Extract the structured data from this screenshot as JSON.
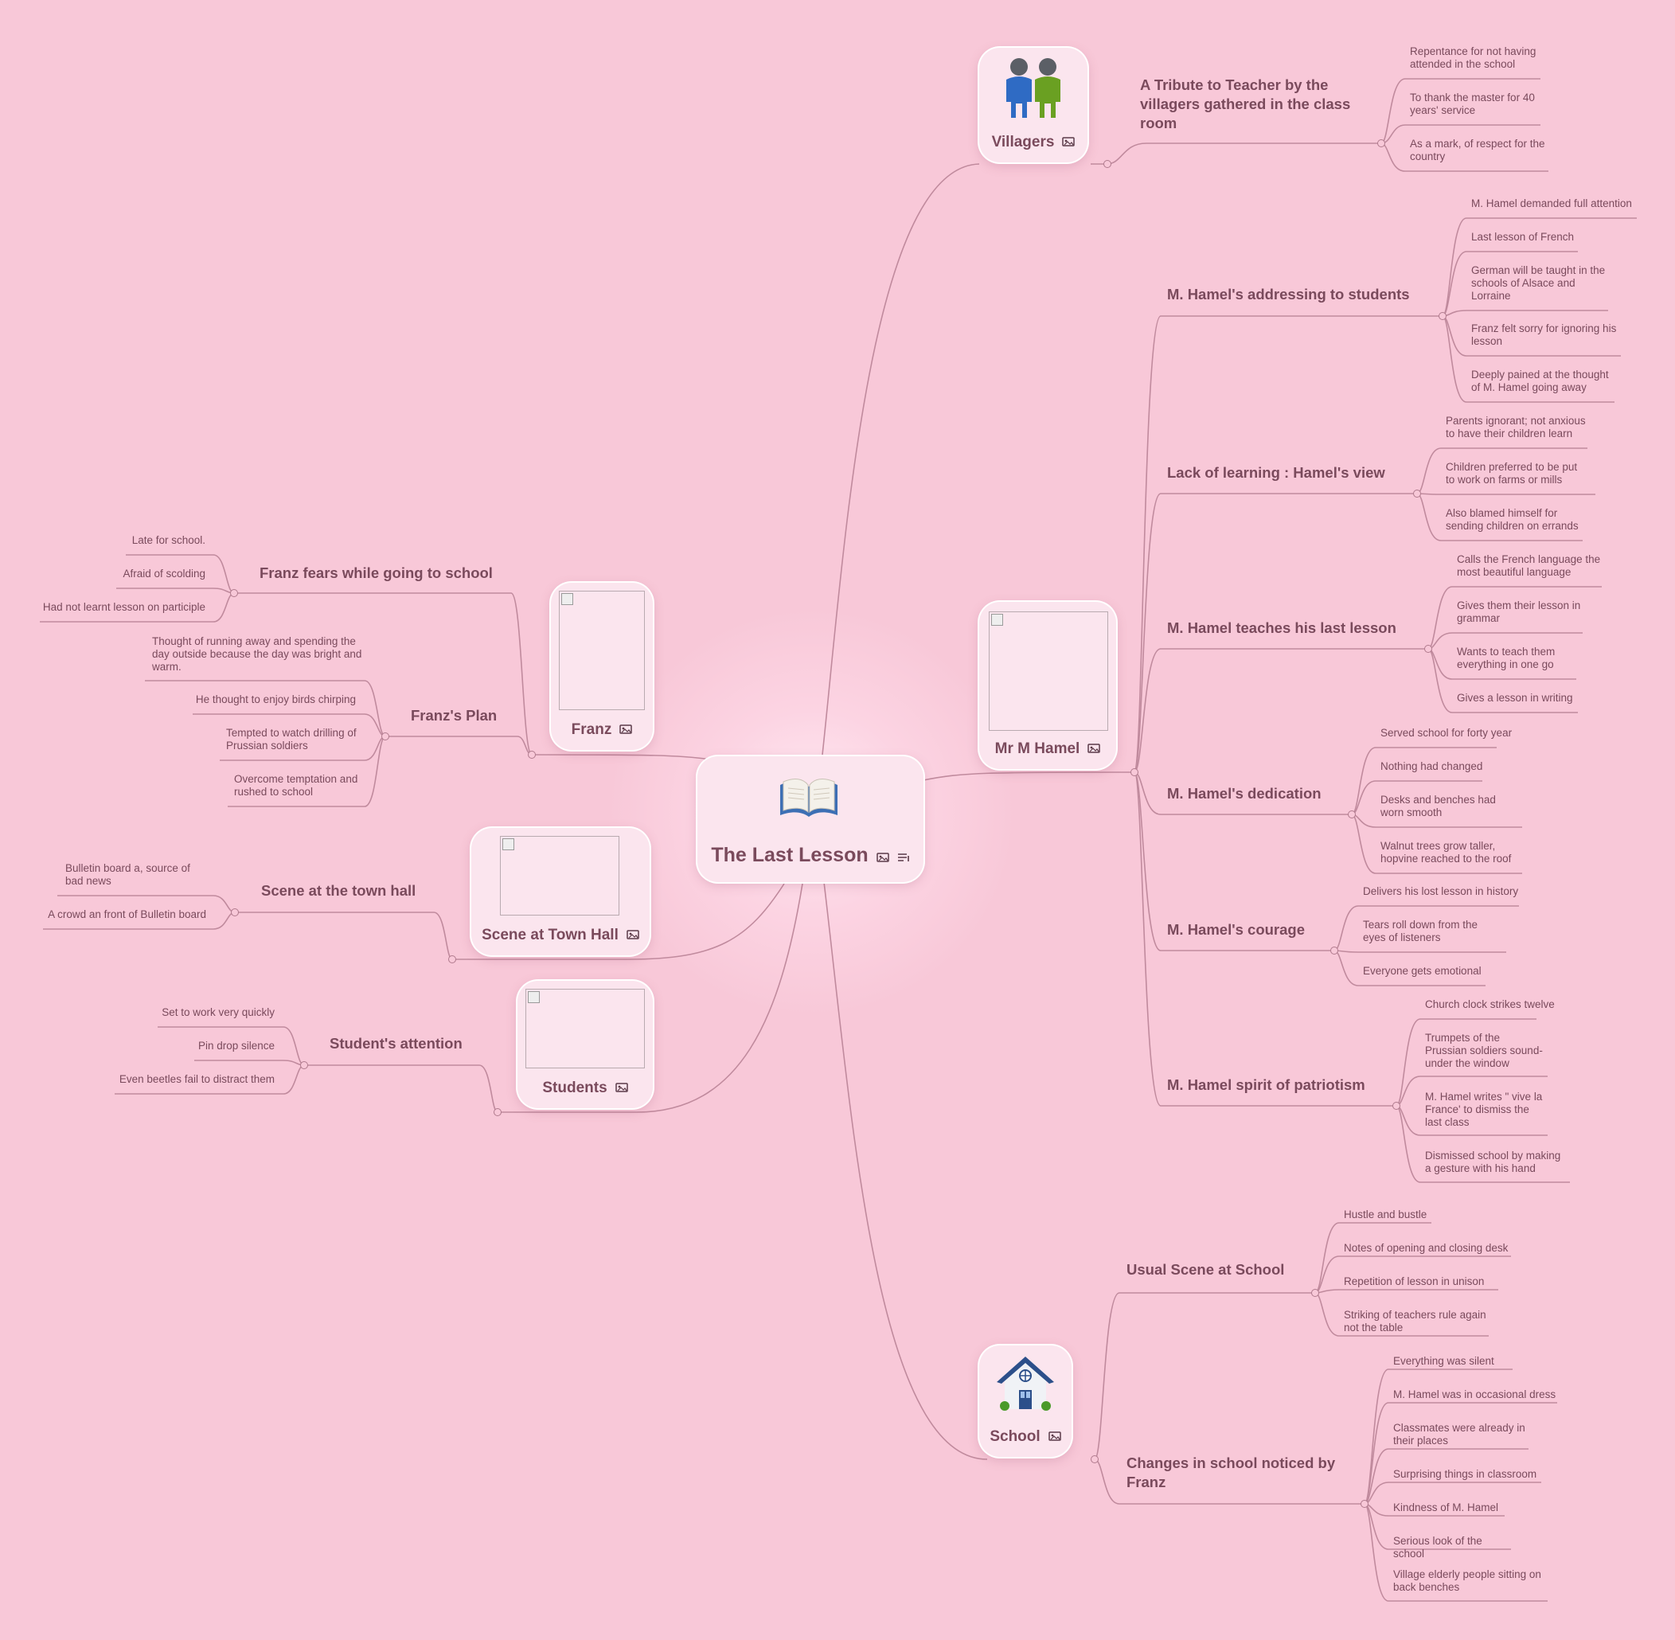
{
  "central": {
    "title": "The Last Lesson",
    "icon": "book-icon"
  },
  "characters": {
    "villagers": "Villagers",
    "hamel": "Mr M Hamel",
    "school": "School",
    "franz": "Franz",
    "townhall": "Scene at Town Hall",
    "students": "Students"
  },
  "tribute": {
    "title": "A Tribute to Teacher by the villagers gathered in the class room",
    "items": [
      "Repentance for not having attended in the school",
      "To thank the master for 40 years' service",
      "As a mark, of respect for the country"
    ]
  },
  "addressing": {
    "title": "M. Hamel's addressing to students",
    "items": [
      "M. Hamel demanded full attention",
      "Last lesson of French",
      "German will be taught in the schools of Alsace and Lorraine",
      "Franz felt sorry for ignoring his lesson",
      "Deeply pained at the thought of M. Hamel going away"
    ]
  },
  "lack": {
    "title": "Lack of learning : Hamel's view",
    "items": [
      "Parents ignorant; not anxious to have their children learn",
      "Children preferred to be put to work on farms or mills",
      "Also blamed himself for sending children on errands"
    ]
  },
  "teaches": {
    "title": "M. Hamel teaches his last lesson",
    "items": [
      "Calls the French language the most beautiful language",
      "Gives them their lesson in grammar",
      "Wants to teach them everything in one go",
      "Gives a lesson in writing"
    ]
  },
  "dedication": {
    "title": "M. Hamel's dedication",
    "items": [
      "Served school for forty year",
      "Nothing had changed",
      "Desks and benches had worn smooth",
      "Walnut trees grow taller, hopvine reached to the roof"
    ]
  },
  "courage": {
    "title": "M. Hamel's courage",
    "items": [
      "Delivers his lost lesson in history",
      "Tears roll down from the eyes of listeners",
      "Everyone gets emotional"
    ]
  },
  "patriotism": {
    "title": "M. Hamel spirit of patriotism",
    "items": [
      "Church clock strikes twelve",
      "Trumpets of the Prussian soldiers sound-under the window",
      "M. Hamel writes \" vive la France' to dismiss the last class",
      "Dismissed school by making a gesture with his hand"
    ]
  },
  "usual": {
    "title": "Usual Scene at School",
    "items": [
      "Hustle and bustle",
      "Notes of opening and closing desk",
      "Repetition of lesson in unison",
      "Striking of teachers rule again not the table"
    ]
  },
  "changes": {
    "title": "Changes in school noticed by Franz",
    "items": [
      "Everything was silent",
      "M. Hamel was in occasional dress",
      "Classmates were already in their places",
      "Surprising things in classroom",
      "Kindness of M. Hamel",
      "Serious look of the school",
      "Village elderly people sitting on back benches"
    ]
  },
  "fears": {
    "title": "Franz fears while going to school",
    "items": [
      "Late for school.",
      "Afraid of scolding",
      "Had not learnt lesson on participle"
    ]
  },
  "plan": {
    "title": "Franz's Plan",
    "items": [
      "Thought of running away and spending the day outside because the day was bright and warm.",
      "He thought to enjoy birds chirping",
      "Tempted to watch drilling of Prussian soldiers",
      "Overcome temptation and rushed to school"
    ]
  },
  "townhall": {
    "title": "Scene at the town hall",
    "items": [
      "Bulletin board a, source of bad news",
      "A crowd an front of Bulletin board"
    ]
  },
  "attention": {
    "title": "Student's attention",
    "items": [
      "Set to work very quickly",
      "Pin drop silence",
      "Even beetles fail to distract them"
    ]
  },
  "colors": {
    "background": "#f8c8d8",
    "line": "#c08a9d",
    "text": "#7a4a5c"
  }
}
